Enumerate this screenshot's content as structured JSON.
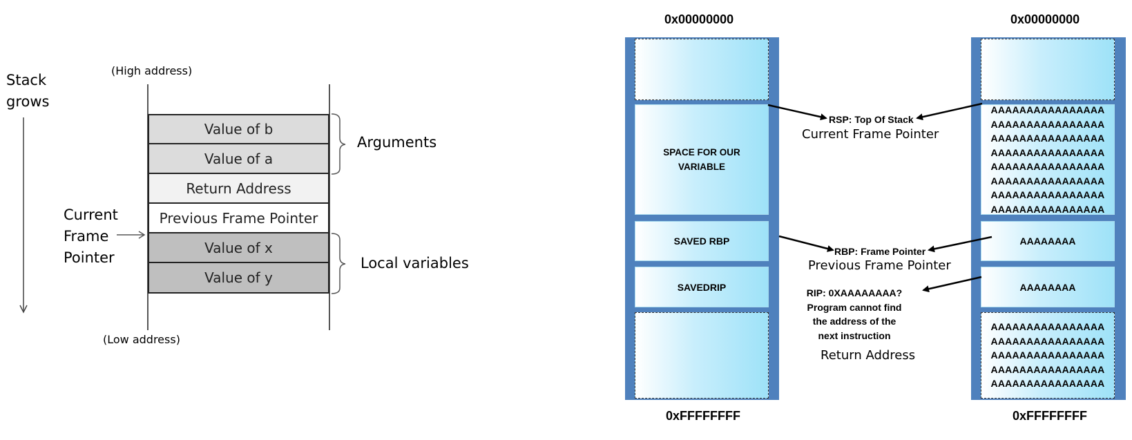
{
  "left": {
    "stack_grows": [
      "Stack",
      "grows"
    ],
    "high_address": "(High address)",
    "low_address": "(Low address)",
    "cells": [
      "Value of b",
      "Value of a",
      "Return Address",
      "Previous Frame Pointer",
      "Value of x",
      "Value of y"
    ],
    "arguments_label": "Arguments",
    "local_variables_label": "Local variables",
    "current_frame_pointer": [
      "Current",
      "Frame",
      "Pointer"
    ]
  },
  "right": {
    "top_address_1": "0x00000000",
    "top_address_2": "0x00000000",
    "bottom_address_1": "0xFFFFFFFF",
    "bottom_address_2": "0xFFFFFFFF",
    "space_block": [
      "SPACE FOR OUR",
      "VARIABLE"
    ],
    "saved_rbp": "SAVED RBP",
    "saved_rip": "SAVEDRIP",
    "fill_row": "AAAAAAAAAAAAAAAA",
    "fill_short": "AAAAAAAA",
    "rsp_label": "RSP: Top Of Stack",
    "current_frame_pointer": "Current Frame Pointer",
    "rbp_label": "RBP: Frame Pointer",
    "previous_frame_pointer": "Previous Frame Pointer",
    "rip_label": [
      "RIP: 0XAAAAAAAA?",
      "Program cannot find",
      "the address of the",
      "next instruction"
    ],
    "return_address": "Return Address"
  }
}
